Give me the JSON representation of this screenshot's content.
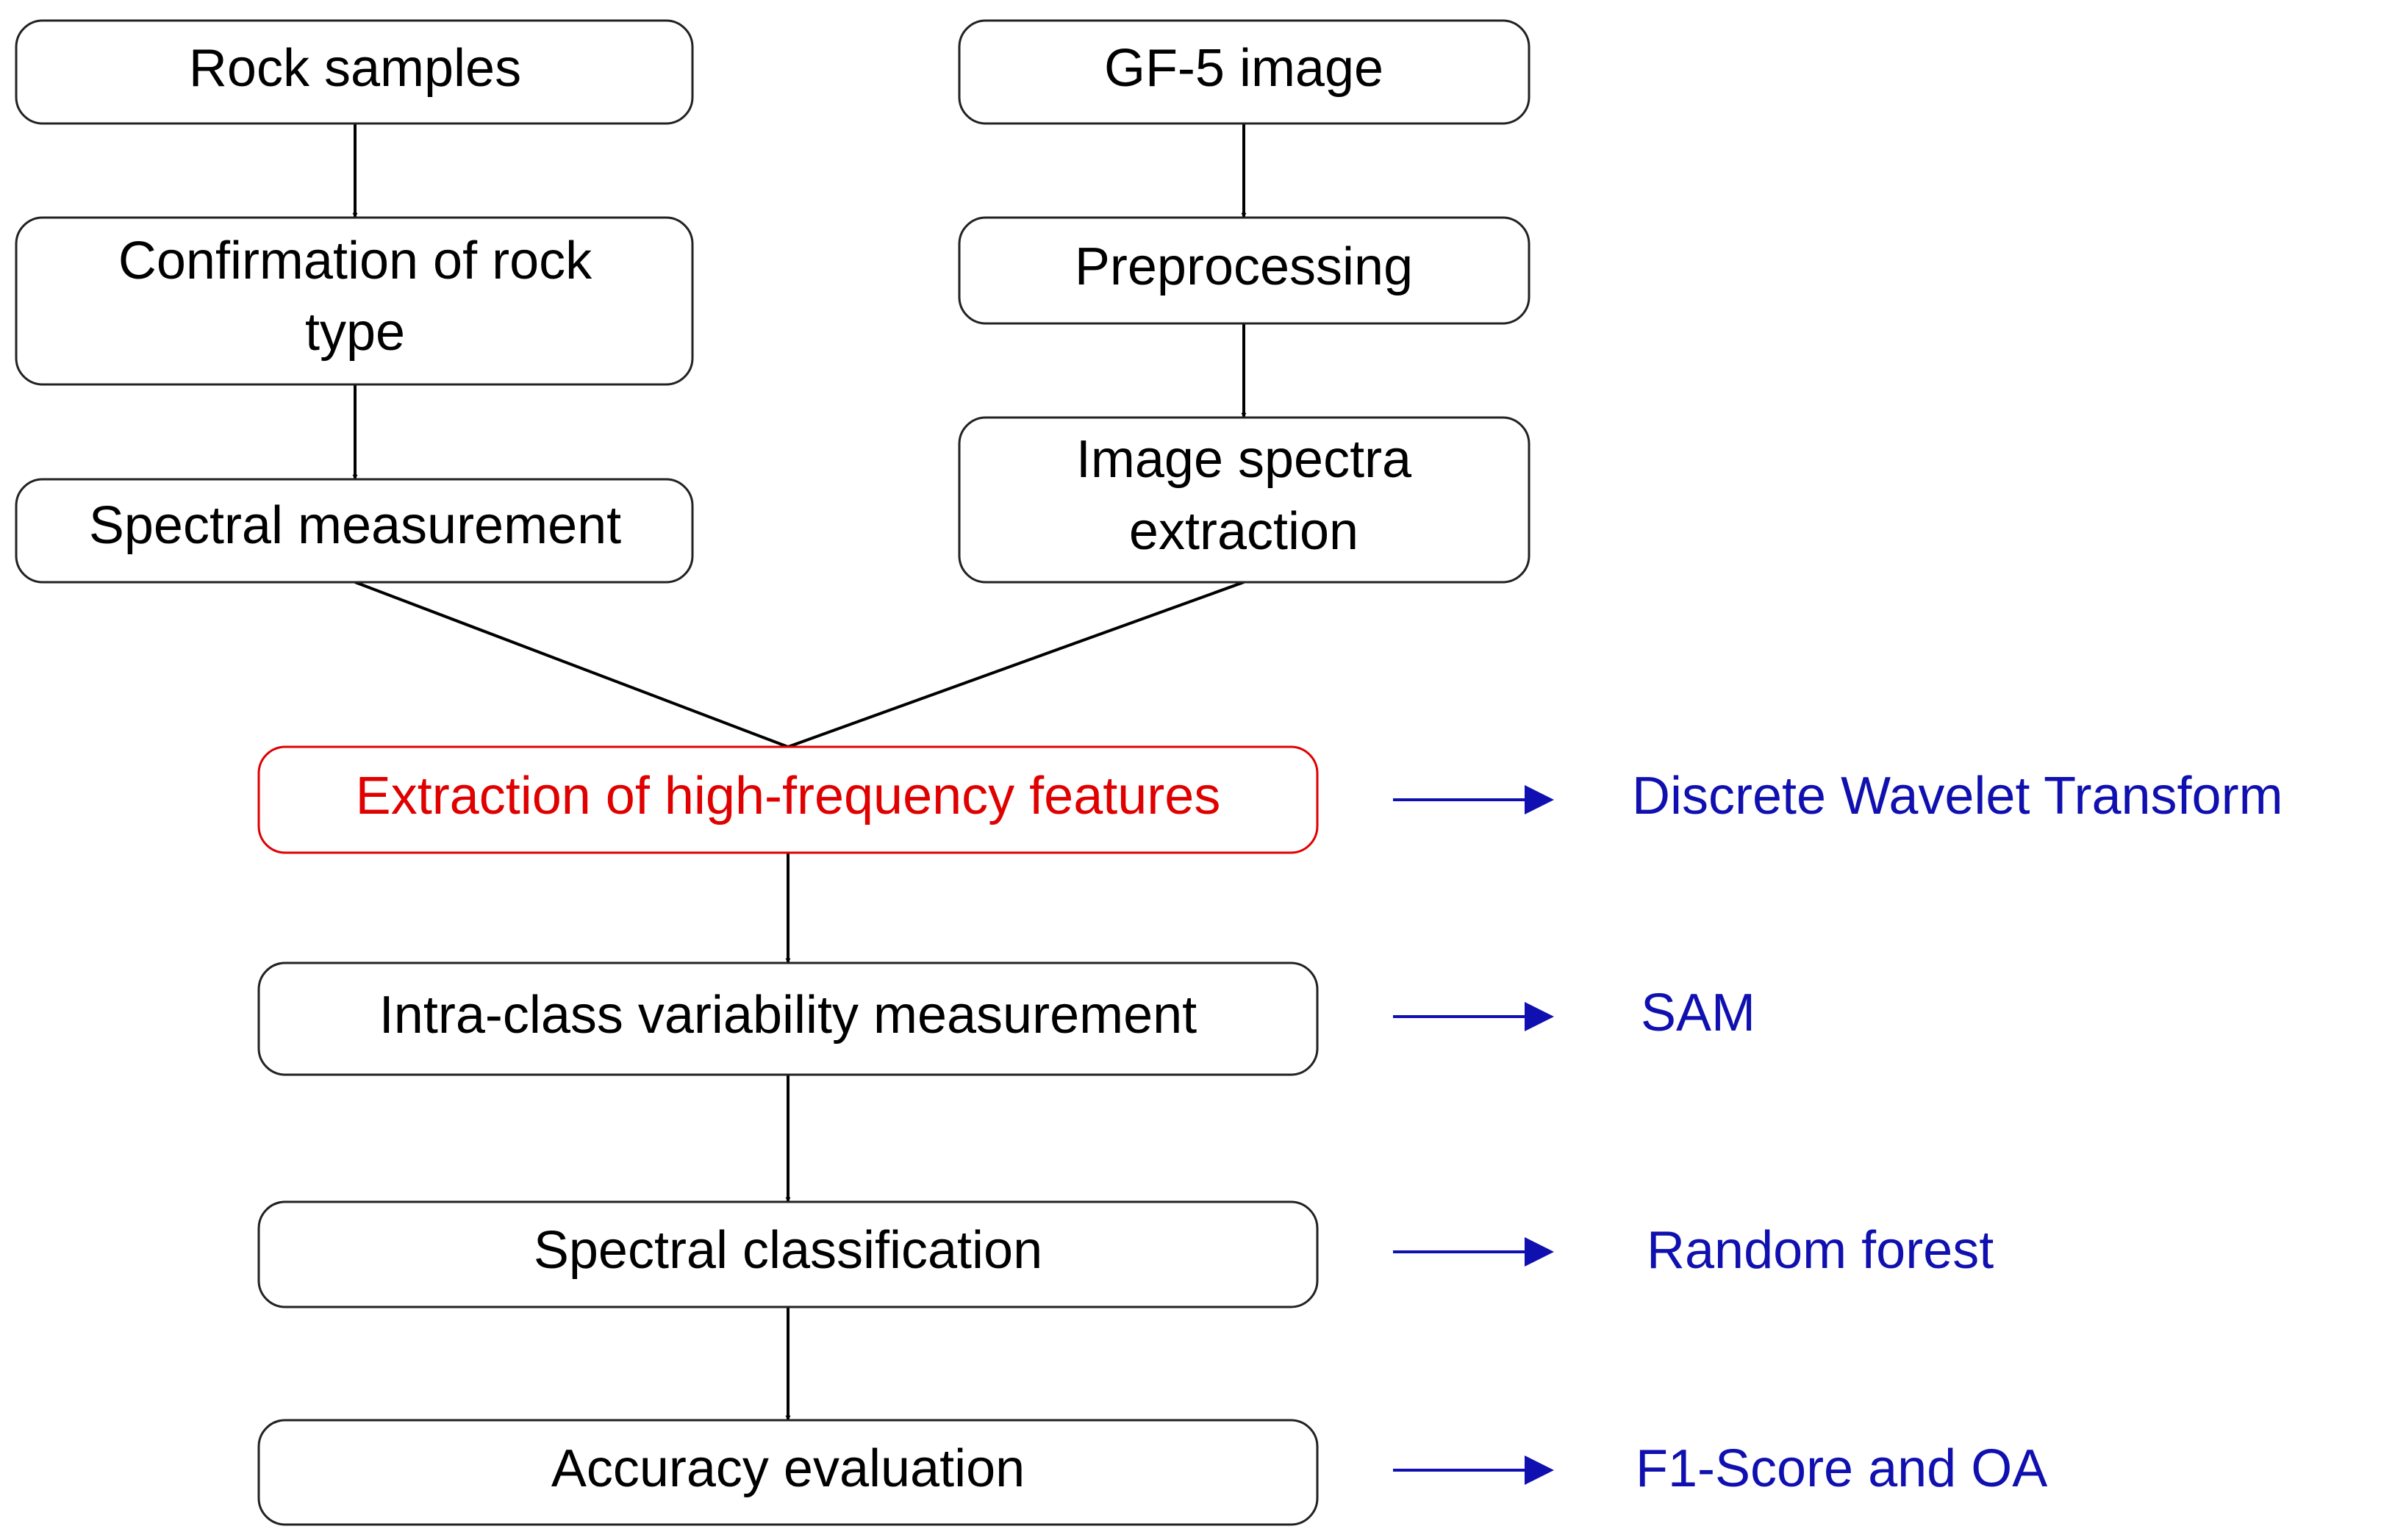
{
  "colors": {
    "box_stroke": "#222222",
    "highlight": "#e00000",
    "method_text": "#1010b0",
    "arrow": "#000000",
    "background": "#ffffff"
  },
  "nodes": {
    "rock_samples": {
      "lines": [
        "Rock samples"
      ]
    },
    "confirmation": {
      "lines": [
        "Confirmation of rock",
        "type"
      ]
    },
    "spectral_measurement": {
      "lines": [
        "Spectral measurement"
      ]
    },
    "gf5_image": {
      "lines": [
        "GF-5 image"
      ]
    },
    "preprocessing": {
      "lines": [
        "Preprocessing"
      ]
    },
    "image_spectra": {
      "lines": [
        "Image spectra",
        "extraction"
      ]
    },
    "high_freq": {
      "lines": [
        "Extraction of high-frequency features"
      ]
    },
    "intra_class": {
      "lines": [
        "Intra-class variability measurement"
      ]
    },
    "spectral_classification": {
      "lines": [
        "Spectral classification"
      ]
    },
    "accuracy": {
      "lines": [
        "Accuracy evaluation"
      ]
    }
  },
  "methods": {
    "dwt": "Discrete Wavelet Transform",
    "sam": "SAM",
    "rf": "Random forest",
    "f1": "F1-Score and OA"
  }
}
